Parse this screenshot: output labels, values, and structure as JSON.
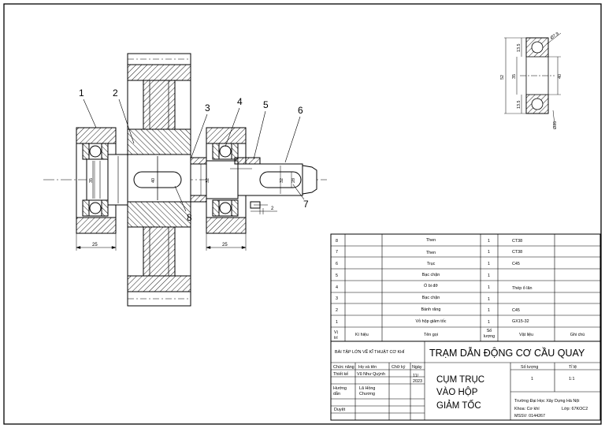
{
  "callouts": [
    "1",
    "2",
    "3",
    "4",
    "5",
    "6",
    "7",
    "8"
  ],
  "dimensions": {
    "left_bearing_width": "25",
    "right_bearing_width": "25",
    "shoulder_gap": "2",
    "d_left": "35",
    "d_gear": "40",
    "d_sleeve": "32",
    "d_right": "32",
    "d_end": "28"
  },
  "bearing_detail": {
    "overall_height": "52",
    "inner_height": "35",
    "ring_top": "13.5",
    "ring_bottom": "13.5",
    "ball_dia": "Ø7.9",
    "bore": "40",
    "outer": "Ø85"
  },
  "parts_list": {
    "rows": [
      {
        "no": "8",
        "code": "",
        "name": "Then",
        "qty": "1",
        "material": "CT38",
        "note": ""
      },
      {
        "no": "7",
        "code": "",
        "name": "Then",
        "qty": "1",
        "material": "CT38",
        "note": ""
      },
      {
        "no": "6",
        "code": "",
        "name": "Trục",
        "qty": "1",
        "material": "C45",
        "note": ""
      },
      {
        "no": "5",
        "code": "",
        "name": "Bạc chặn",
        "qty": "1",
        "material": "",
        "note": ""
      },
      {
        "no": "4",
        "code": "",
        "name": "Ổ bi đỡ",
        "qty": "1",
        "material": "Thép ổ lăn",
        "note": ""
      },
      {
        "no": "3",
        "code": "",
        "name": "Bạc chặn",
        "qty": "1",
        "material": "",
        "note": ""
      },
      {
        "no": "2",
        "code": "",
        "name": "Bánh răng",
        "qty": "1",
        "material": "C45",
        "note": ""
      },
      {
        "no": "1",
        "code": "",
        "name": "Vỏ hộp giảm tốc",
        "qty": "1",
        "material": "GX15-32",
        "note": ""
      }
    ],
    "header": {
      "no_line1": "Vị",
      "no_line2": "trí",
      "code": "Kí hiệu",
      "name": "Tên gọi",
      "qty_line1": "Số",
      "qty_line2": "lượng",
      "material": "Vật liệu",
      "note": "Ghi chú"
    }
  },
  "title_block": {
    "course": "BÀI TẬP LỚN VẼ KĨ THUẬT CƠ KHÍ",
    "project": "TRẠM DẪN ĐỘNG CƠ CẦU QUAY",
    "drawing_name_line1": "CỤM TRỤC",
    "drawing_name_line2": "VÀO HỘP",
    "drawing_name_line3": "GIẢM TỐC",
    "col_role": "Chức năng",
    "col_name": "Họ và tên",
    "col_sign": "Chữ ký",
    "col_date": "Ngày",
    "role_designer": "Thiết kế",
    "designer": "Vũ Như Quỳnh",
    "date_line1": "11/",
    "date_line2": "2023",
    "role_guide_line1": "Hướng",
    "role_guide_line2": "dẫn",
    "guide_line1": "Lã Hồng",
    "guide_line2": "Chương",
    "role_approve": "Duyệt",
    "qty_label": "Số lượng",
    "scale_label": "Tỉ lệ",
    "qty_value": "1",
    "scale_value": "1:1",
    "school": "Trường Đại Học Xây Dựng Hà Nội",
    "faculty": "Khoa: Cơ khí",
    "class": "Lớp: 67KOC2",
    "student_id": "MSSV: 0144267"
  }
}
